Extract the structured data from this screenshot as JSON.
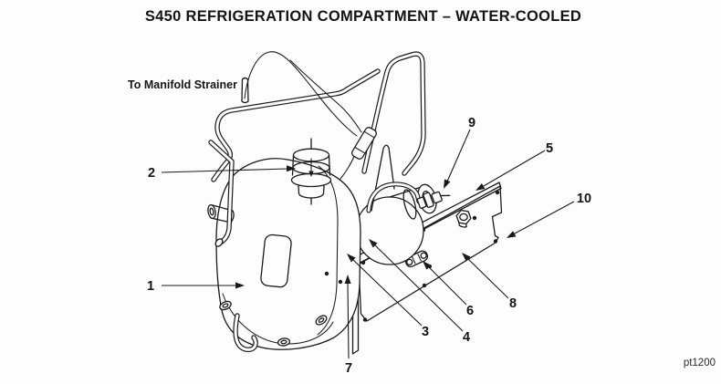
{
  "figure": {
    "title": "S450 REFRIGERATION COMPARTMENT – WATER-COOLED",
    "pipe_label": "To Manifold Strainer",
    "drawing_code": "pt1200",
    "callouts": [
      {
        "label": "1"
      },
      {
        "label": "2"
      },
      {
        "label": "3"
      },
      {
        "label": "4"
      },
      {
        "label": "5"
      },
      {
        "label": "6"
      },
      {
        "label": "7"
      },
      {
        "label": "8"
      },
      {
        "label": "9"
      },
      {
        "label": "10"
      }
    ],
    "colors": {
      "ink": "#1a1a1a",
      "paper": "#fdfdfd"
    }
  }
}
